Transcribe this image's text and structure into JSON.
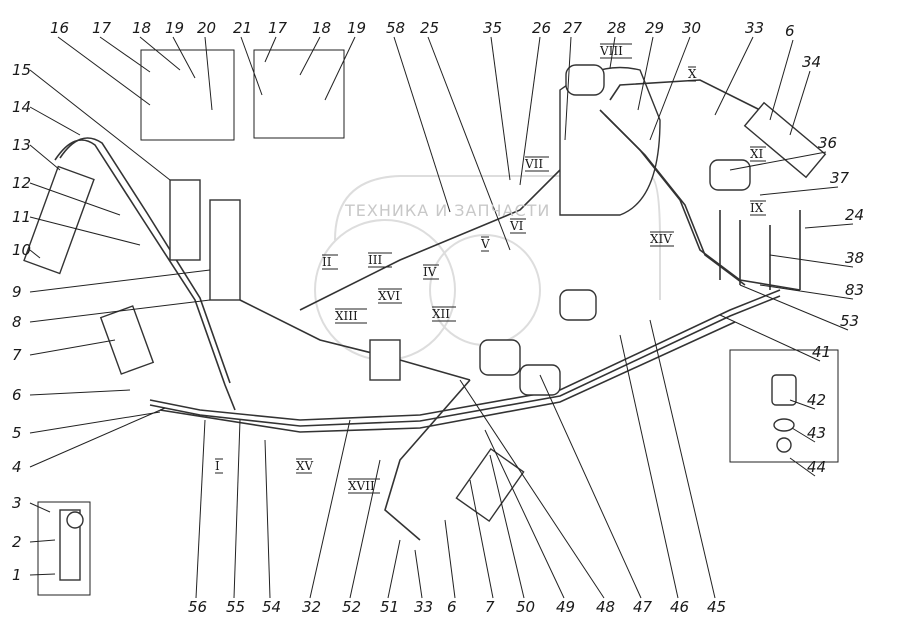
{
  "diagram": {
    "part_labels": [
      "16",
      "17",
      "18",
      "19",
      "20",
      "21",
      "17",
      "18",
      "19",
      "58",
      "25",
      "35",
      "26",
      "27",
      "28",
      "29",
      "30",
      "33",
      "6",
      "34",
      "36",
      "37",
      "24",
      "38",
      "83",
      "53",
      "41",
      "42",
      "43",
      "44",
      "15",
      "14",
      "13",
      "12",
      "11",
      "10",
      "9",
      "8",
      "7",
      "6",
      "5",
      "4",
      "3",
      "2",
      "1",
      "56",
      "55",
      "54",
      "32",
      "52",
      "51",
      "33",
      "6",
      "7",
      "50",
      "49",
      "48",
      "47",
      "46",
      "45"
    ],
    "view_labels": [
      "VIII",
      "X",
      "VII",
      "XI",
      "IX",
      "XIV",
      "VI",
      "V",
      "IV",
      "II",
      "III",
      "XVI",
      "XIII",
      "XII",
      "XV",
      "XVII",
      "I"
    ],
    "watermark": "ТЕХНИКА И ЗАПЧАСТИ"
  }
}
